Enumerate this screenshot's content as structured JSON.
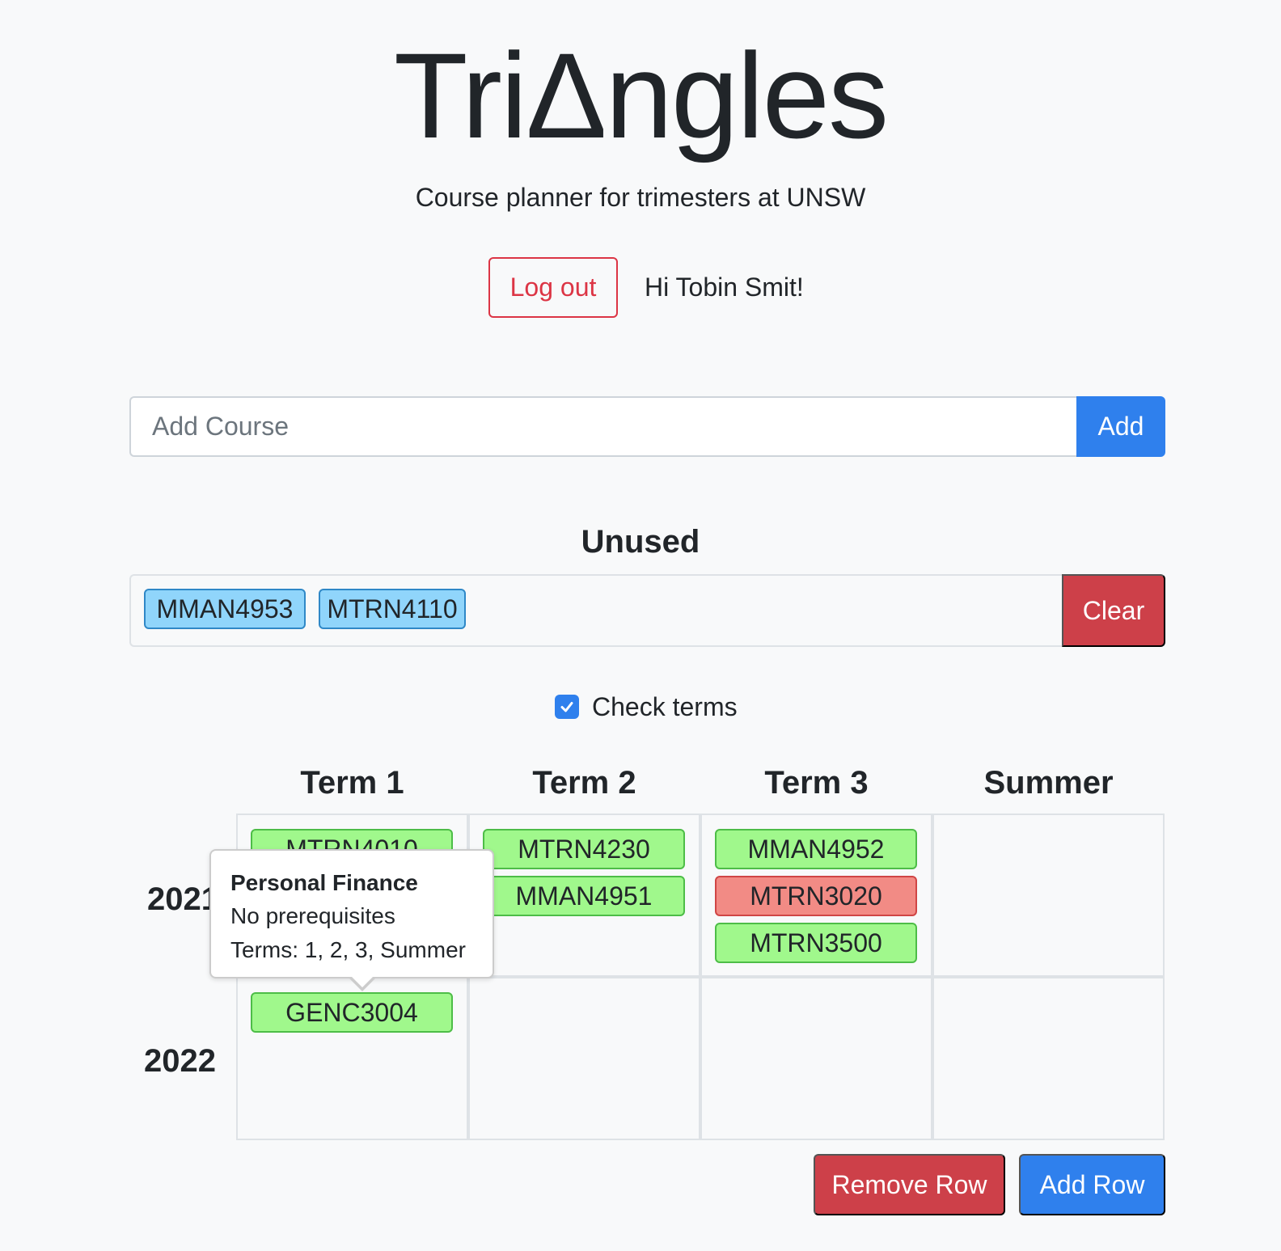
{
  "app": {
    "title": "TriΔngles",
    "subtitle": "Course planner for trimesters at UNSW"
  },
  "auth": {
    "logout_label": "Log out",
    "greeting": "Hi Tobin Smit!"
  },
  "add_course": {
    "placeholder": "Add Course",
    "value": "",
    "button_label": "Add"
  },
  "unused": {
    "heading": "Unused",
    "courses": [
      "MMAN4953",
      "MTRN4110"
    ],
    "clear_label": "Clear"
  },
  "check_terms": {
    "label": "Check terms",
    "checked": true
  },
  "planner": {
    "terms": [
      "Term 1",
      "Term 2",
      "Term 3",
      "Summer"
    ],
    "rows": [
      {
        "year": "2021",
        "cells": [
          [
            {
              "code": "MTRN4010",
              "status": "ok"
            }
          ],
          [
            {
              "code": "MTRN4230",
              "status": "ok"
            },
            {
              "code": "MMAN4951",
              "status": "ok"
            }
          ],
          [
            {
              "code": "MMAN4952",
              "status": "ok"
            },
            {
              "code": "MTRN3020",
              "status": "error"
            },
            {
              "code": "MTRN3500",
              "status": "ok"
            }
          ],
          []
        ]
      },
      {
        "year": "2022",
        "cells": [
          [
            {
              "code": "GENC3004",
              "status": "ok"
            }
          ],
          [],
          [],
          []
        ]
      }
    ]
  },
  "tooltip": {
    "title": "Personal Finance",
    "prerequisites": "No prerequisites",
    "terms": "Terms: 1, 2, 3, Summer"
  },
  "actions": {
    "remove_row_label": "Remove Row",
    "add_row_label": "Add Row"
  },
  "colors": {
    "primary": "#2f80ed",
    "danger": "#cd4049",
    "chip_ok": "#a0f88c",
    "chip_error": "#f28b85",
    "chip_unused": "#90d5fb"
  }
}
